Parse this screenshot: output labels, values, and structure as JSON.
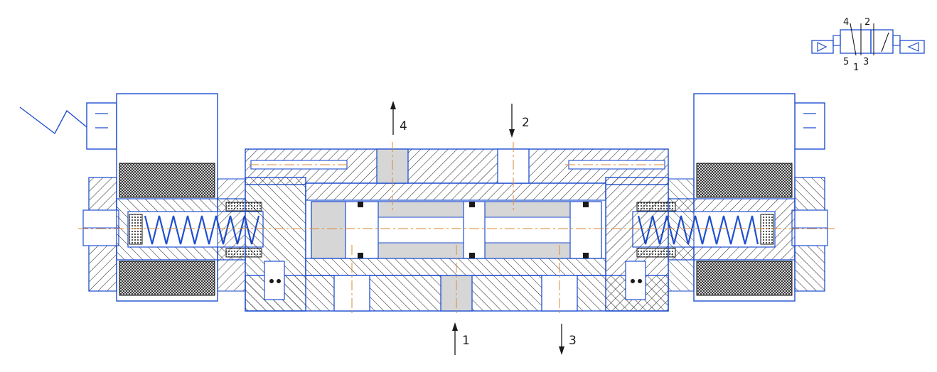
{
  "diagram": {
    "ports": {
      "top_left": "4",
      "top_right": "2",
      "bottom_left": "1",
      "bottom_right": "3"
    },
    "symbol": {
      "port_4": "4",
      "port_2": "2",
      "port_5": "5",
      "port_1": "1",
      "port_3": "3"
    },
    "colors": {
      "outline": "#1f4fd1",
      "centerline": "#d98a3a",
      "fill": "#d6d6d6",
      "ink": "#1a1a1a"
    }
  }
}
